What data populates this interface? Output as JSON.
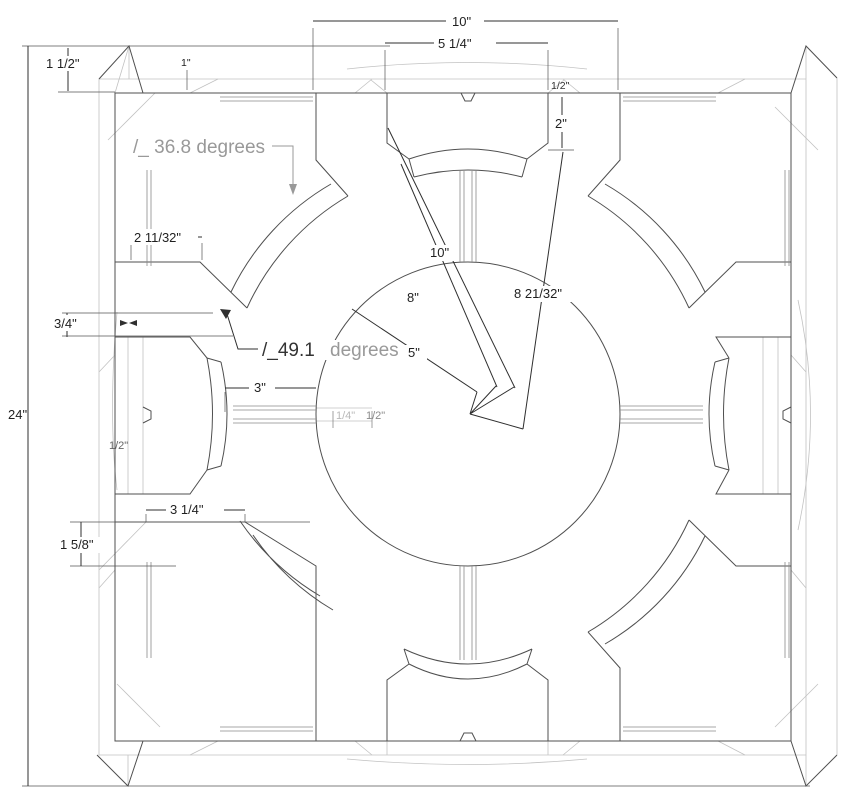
{
  "colors": {
    "background": "#ffffff",
    "wireframe": "#4f4f4f",
    "light_lines": "#c2c2c2",
    "dimension_lines": "#2f2f2f",
    "muted_text": "#999999"
  },
  "annotations": {
    "dim_24": "24\"",
    "dim_1_5": "1 1/2\"",
    "dim_1": "1\"",
    "dim_10": "10\"",
    "dim_5_25": "5 1/4\"",
    "dim_half_top_right": "1/2\"",
    "dim_2": "2\"",
    "angle_36": "/_ 36.8 degrees",
    "dim_2_11_32": "2 11/32\"",
    "angle_49_value": "/_49.1",
    "angle_49_unit": "degrees",
    "dim_3": "3\"",
    "dim_quarter": "1/4\"",
    "dim_half_center": "1/2\"",
    "dim_half_left": "1/2\"",
    "dim_3_4": "3/4\"",
    "dim_3_25": "3 1/4\"",
    "dim_1_625": "1 5/8\"",
    "radius_10": "10\"",
    "radius_8": "8\"",
    "radius_5": "5\"",
    "radius_8_21_32": "8 21/32\""
  }
}
